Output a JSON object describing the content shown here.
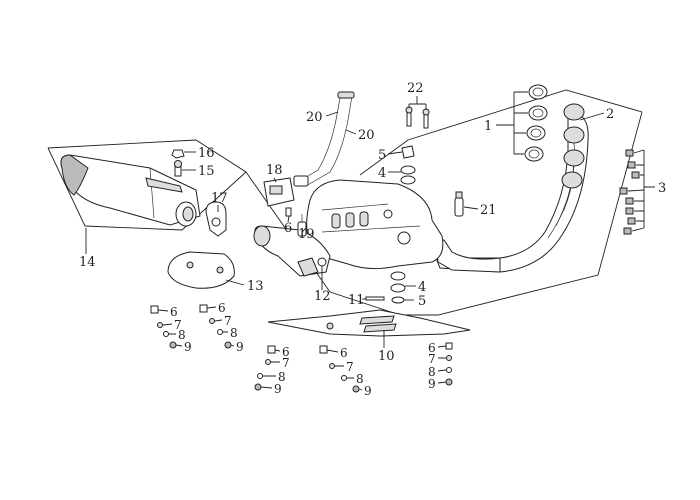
{
  "diagram": {
    "callouts": {
      "c1": "1",
      "c2": "2",
      "c3": "3",
      "c4a": "4",
      "c4b": "4",
      "c5a": "5",
      "c5b": "5",
      "c6a": "6",
      "c6b": "6",
      "c6c": "6",
      "c6d": "6",
      "c6e": "6",
      "c6f": "6",
      "c7a": "7",
      "c7b": "7",
      "c7c": "7",
      "c7d": "7",
      "c7e": "7",
      "c8a": "8",
      "c8b": "8",
      "c8c": "8",
      "c8d": "8",
      "c8e": "8",
      "c9a": "9",
      "c9b": "9",
      "c9c": "9",
      "c9d": "9",
      "c9e": "9",
      "c10": "10",
      "c11": "11",
      "c12": "12",
      "c13": "13",
      "c14": "14",
      "c15": "15",
      "c16": "16",
      "c17": "17",
      "c18": "18",
      "c19": "19",
      "c20a": "20",
      "c20b": "20",
      "c21": "21",
      "c22": "22"
    }
  }
}
